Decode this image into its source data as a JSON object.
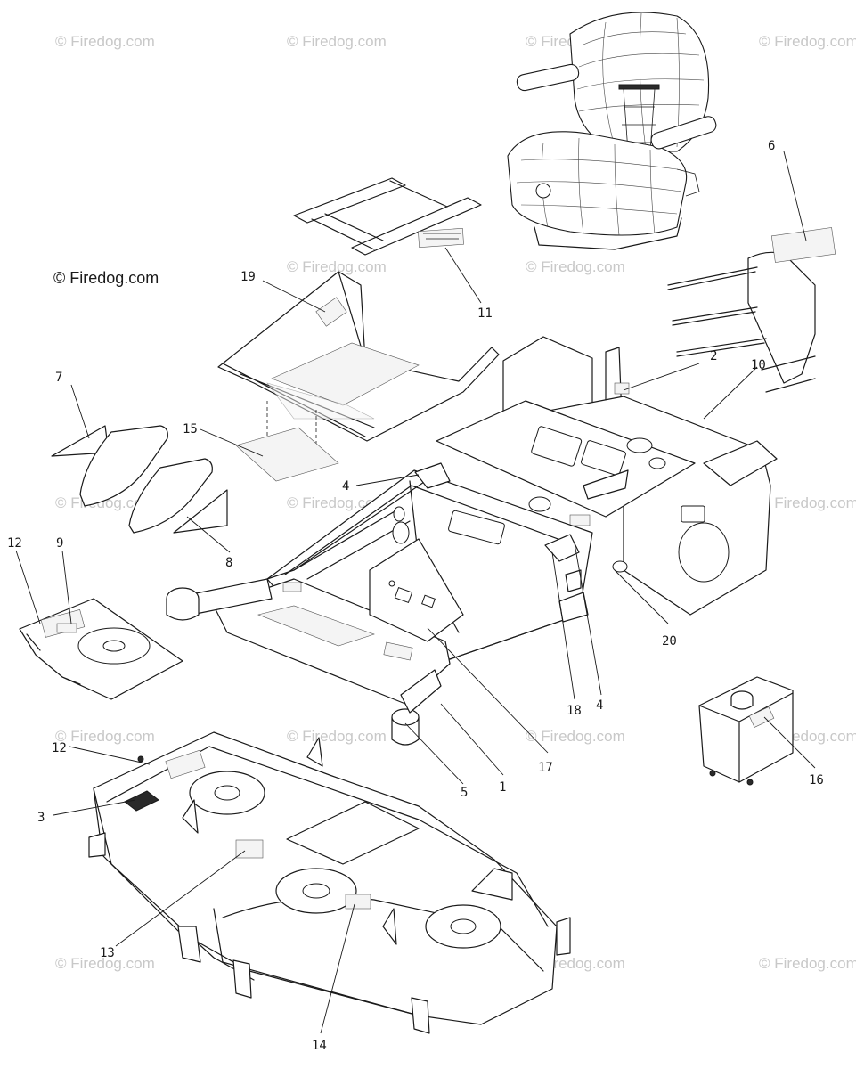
{
  "credit": "© Firedog.com",
  "watermark": "© Firedog.com",
  "callouts": {
    "c1": "1",
    "c2": "2",
    "c3": "3",
    "c4a": "4",
    "c4b": "4",
    "c5": "5",
    "c6": "6",
    "c7": "7",
    "c8": "8",
    "c9": "9",
    "c10": "10",
    "c11": "11",
    "c12a": "12",
    "c12b": "12",
    "c13": "13",
    "c14": "14",
    "c15": "15",
    "c16": "16",
    "c17": "17",
    "c18": "18",
    "c19": "19",
    "c20": "20"
  }
}
